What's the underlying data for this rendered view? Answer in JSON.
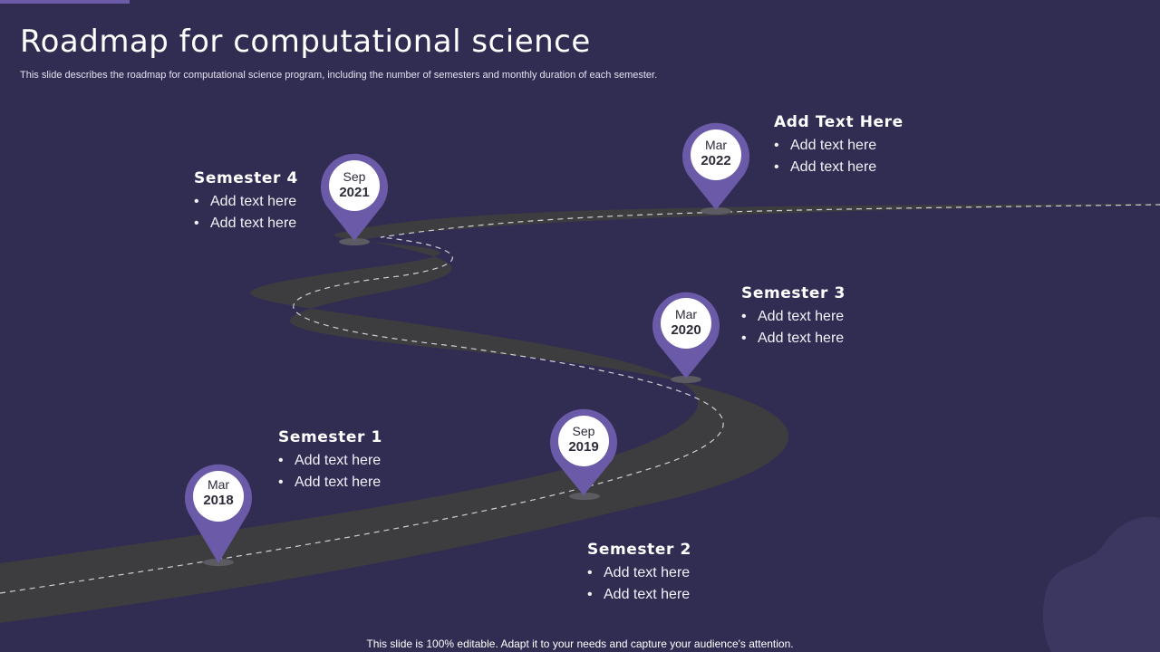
{
  "header": {
    "title": "Roadmap for computational science",
    "subtitle": "This slide describes the roadmap for computational science program, including the number of semesters and monthly duration of each semester."
  },
  "milestones": [
    {
      "month": "Mar",
      "year": "2018",
      "heading": "Semester 1",
      "items": [
        "Add text here",
        "Add text here"
      ]
    },
    {
      "month": "Sep",
      "year": "2019",
      "heading": "Semester 2",
      "items": [
        "Add text here",
        "Add text here"
      ]
    },
    {
      "month": "Mar",
      "year": "2020",
      "heading": "Semester 3",
      "items": [
        "Add text here",
        "Add text here"
      ]
    },
    {
      "month": "Sep",
      "year": "2021",
      "heading": "Semester 4",
      "items": [
        "Add text here",
        "Add text here"
      ]
    },
    {
      "month": "Mar",
      "year": "2022",
      "heading": "Add Text Here",
      "items": [
        "Add text here",
        "Add text here"
      ]
    }
  ],
  "bullet_char": "•",
  "footer": "This slide is 100% editable. Adapt it to your needs and capture your audience's attention.",
  "colors": {
    "background": "#312c52",
    "road": "#3d3c3f",
    "pin": "#6a5aa8",
    "blob": "#3c3761"
  }
}
